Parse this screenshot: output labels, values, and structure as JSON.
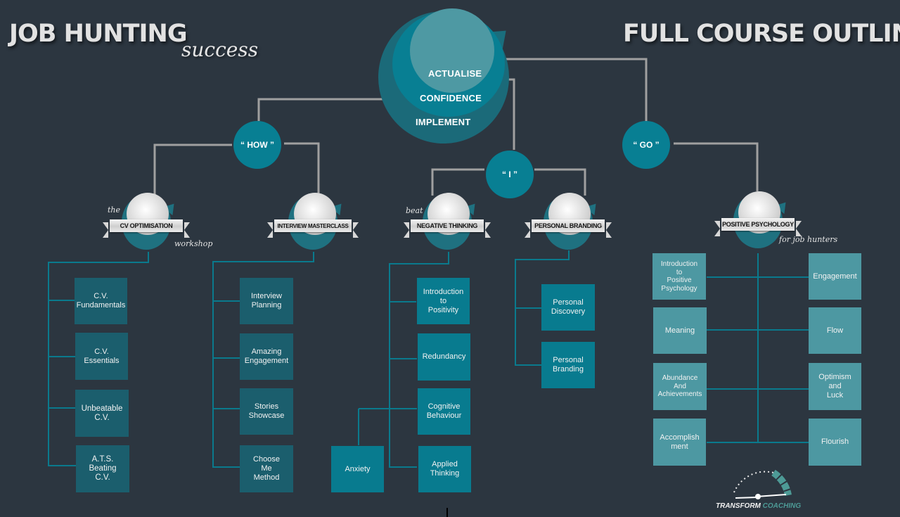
{
  "header": {
    "title_left": "JOB HUNTING",
    "title_left_script": "success",
    "title_right": "FULL COURSE OUTLINE"
  },
  "core": {
    "rings": [
      "ACTUALISE",
      "CONFIDENCE",
      "IMPLEMENT"
    ]
  },
  "hubs": {
    "how": "“ HOW ”",
    "i": "“ I ”",
    "go": "“ GO ”"
  },
  "modules": [
    {
      "name": "CV OPTIMISATION",
      "prefix": "the",
      "suffix": "workshop",
      "lessons": [
        "C.V.\nFundamentals",
        "C.V.\nEssentials",
        "Unbeatable\nC.V.",
        "A.T.S.\nBeating\nC.V."
      ]
    },
    {
      "name": "INTERVIEW MASTERCLASS",
      "prefix": "",
      "suffix": "",
      "lessons": [
        "Interview\nPlanning",
        "Amazing\nEngagement",
        "Stories\nShowcase",
        "Choose\nMe\nMethod"
      ]
    },
    {
      "name": "NEGATIVE THINKING",
      "prefix": "beat",
      "suffix": "",
      "lessons": [
        "Introduction\nto\nPositivity",
        "Redundancy",
        "Cognitive\nBehaviour",
        "Applied\nThinking",
        "Anxiety"
      ]
    },
    {
      "name": "PERSONAL BRANDING",
      "prefix": "",
      "suffix": "",
      "lessons": [
        "Personal\nDiscovery",
        "Personal\nBranding"
      ]
    },
    {
      "name": "POSITIVE PSYCHOLOGY",
      "prefix": "",
      "suffix": "for job hunters",
      "lessons_left": [
        "Introduction\nto\nPositive\nPsychology",
        "Meaning",
        "Abundance\nAnd\nAchievements",
        "Accomplish\nment"
      ],
      "lessons_right": [
        "Engagement",
        "Flow",
        "Optimism\nand\nLuck",
        "Flourish"
      ]
    }
  ],
  "logo": {
    "word1": "TRANSFORM",
    "word2": "COACHING"
  },
  "colors": {
    "background": "#2c3640",
    "teal": "#087f93",
    "dark_teal": "#1b5e6d",
    "light_teal": "#4d98a2",
    "connector_grey": "#9a9a9a"
  }
}
